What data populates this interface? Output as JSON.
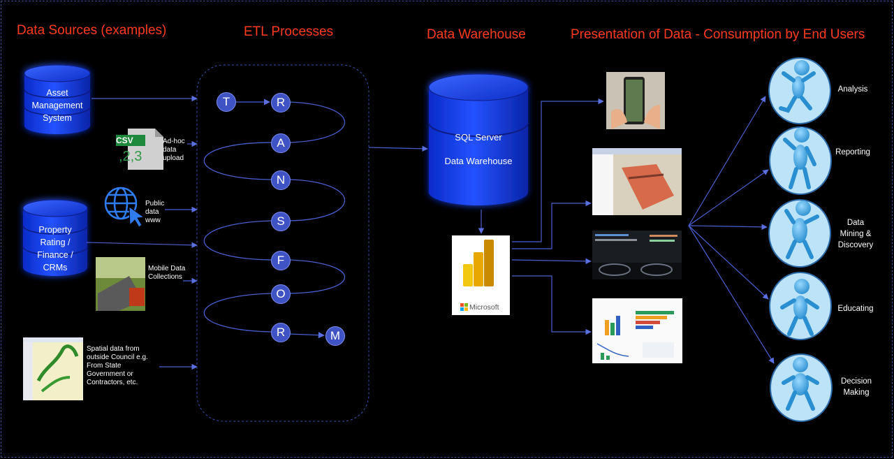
{
  "headings": {
    "sources": "Data Sources (examples)",
    "etl": "ETL Processes",
    "warehouse": "Data Warehouse",
    "presentation": "Presentation of Data - Consumption by End Users"
  },
  "sources": {
    "asset_cylinder": [
      "Asset",
      "Management",
      "System"
    ],
    "rating_cylinder": [
      "Property",
      "Rating /",
      "Finance /",
      "CRMs"
    ],
    "csv_icon": {
      "text_top": "CSV",
      "text_bottom": ",2,3"
    },
    "csv_label": [
      "Ad-hoc",
      "data",
      "upload"
    ],
    "public_label": [
      "Public",
      "data",
      "www"
    ],
    "mobile_label": [
      "Mobile Data",
      "Collections"
    ],
    "spatial_label": [
      "Spatial data from",
      "outside Council e.g.",
      "From State",
      "Government or",
      "Contractors, etc."
    ]
  },
  "etl_letters": [
    "T",
    "R",
    "A",
    "N",
    "S",
    "F",
    "O",
    "R",
    "M"
  ],
  "warehouse": {
    "lines": [
      "SQL Server",
      "Data Warehouse"
    ]
  },
  "powerbi": {
    "brand": "Microsoft"
  },
  "users": [
    {
      "label": [
        "Analysis"
      ]
    },
    {
      "label": [
        "Reporting"
      ]
    },
    {
      "label": [
        "Data",
        "Mining &",
        "Discovery"
      ]
    },
    {
      "label": [
        "Educating"
      ]
    },
    {
      "label": [
        "Decision",
        "Making"
      ]
    }
  ],
  "colors": {
    "heading": "#ff3b1f",
    "cylinder": "#1e3fe0",
    "arrow": "#4a5fd0",
    "letter": "#3f53c5",
    "figure": "#3aa9e0"
  }
}
